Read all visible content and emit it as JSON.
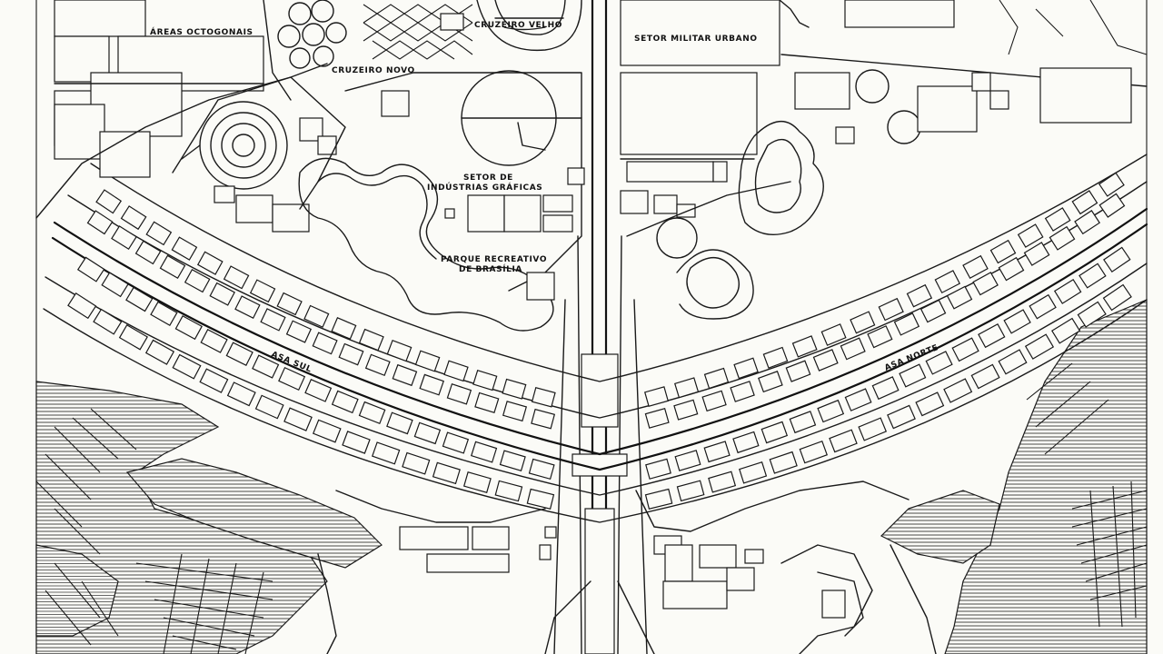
{
  "labels": {
    "areas_octogonais": "ÁREAS OCTOGONAIS",
    "cruzeiro_velho": "CRUZEIRO VELHO",
    "cruzeiro_novo": "CRUZEIRO NOVO",
    "setor_militar_urbano": "SETOR MILITAR URBANO",
    "setor_industrias_l1": "SETOR DE",
    "setor_industrias_l2": "INDÚSTRIAS GRÁFICAS",
    "parque_l1": "PARQUE RECREATIVO",
    "parque_l2": "DE BRASÍLIA",
    "asa_sul": "ASA SUL",
    "asa_norte": "ASA NORTE"
  },
  "style": {
    "ink": "#1a1a1a",
    "paper": "#fbfbf7"
  }
}
